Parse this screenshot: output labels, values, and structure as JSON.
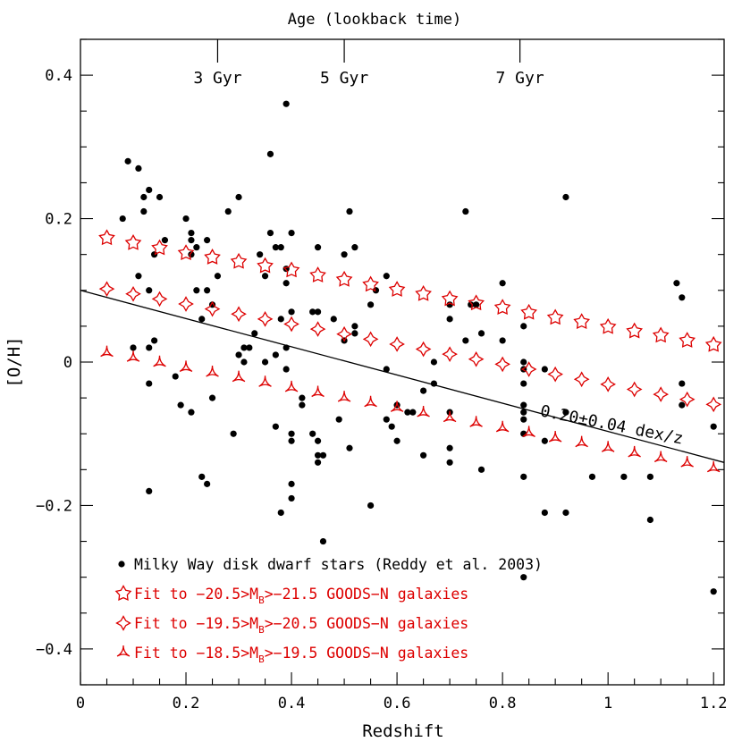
{
  "chart_data": {
    "type": "scatter",
    "xlabel": "Redshift",
    "ylabel": "[O/H]",
    "xlim": [
      0,
      1.22
    ],
    "ylim": [
      -0.45,
      0.45
    ],
    "xticks": {
      "major": [
        0,
        0.2,
        0.4,
        0.6,
        0.8,
        1,
        1.2
      ],
      "labels": [
        "0",
        "0.2",
        "0.4",
        "0.6",
        "0.8",
        "1",
        "1.2"
      ],
      "minor_step": 0.05
    },
    "yticks": {
      "major": [
        -0.4,
        -0.2,
        0,
        0.2,
        0.4
      ],
      "labels": [
        "−0.4",
        "−0.2",
        "0",
        "0.2",
        "0.4"
      ],
      "minor_step": 0.05
    },
    "top_axis": {
      "title": "Age (lookback time)",
      "ticks": [
        {
          "x": 0.26,
          "label": "3 Gyr"
        },
        {
          "x": 0.5,
          "label": "5 Gyr"
        },
        {
          "x": 0.833,
          "label": "7 Gyr"
        }
      ]
    },
    "fit_line": {
      "x": [
        0,
        1.22
      ],
      "y": [
        0.1,
        -0.14
      ],
      "label": "0.20±0.04 dex/z",
      "label_at": [
        0.87,
        -0.075
      ]
    },
    "series": [
      {
        "name": "Milky Way disk dwarf stars  (Reddy et al. 2003)",
        "marker": "dot",
        "color": "#000000",
        "points": [
          [
            0.08,
            0.2
          ],
          [
            0.09,
            0.28
          ],
          [
            0.1,
            0.02
          ],
          [
            0.11,
            0.27
          ],
          [
            0.12,
            0.21
          ],
          [
            0.12,
            0.23
          ],
          [
            0.13,
            0.24
          ],
          [
            0.13,
            0.1
          ],
          [
            0.13,
            0.02
          ],
          [
            0.14,
            0.15
          ],
          [
            0.14,
            0.03
          ],
          [
            0.15,
            0.23
          ],
          [
            0.16,
            0.17
          ],
          [
            0.11,
            0.12
          ],
          [
            0.13,
            -0.03
          ],
          [
            0.13,
            -0.18
          ],
          [
            0.18,
            -0.02
          ],
          [
            0.19,
            -0.06
          ],
          [
            0.2,
            0.2
          ],
          [
            0.21,
            0.18
          ],
          [
            0.21,
            0.17
          ],
          [
            0.21,
            0.15
          ],
          [
            0.21,
            -0.07
          ],
          [
            0.22,
            0.1
          ],
          [
            0.22,
            0.16
          ],
          [
            0.23,
            0.06
          ],
          [
            0.24,
            0.1
          ],
          [
            0.24,
            0.17
          ],
          [
            0.23,
            -0.16
          ],
          [
            0.24,
            -0.17
          ],
          [
            0.25,
            0.08
          ],
          [
            0.25,
            -0.05
          ],
          [
            0.26,
            0.12
          ],
          [
            0.28,
            0.21
          ],
          [
            0.29,
            -0.1
          ],
          [
            0.3,
            0.23
          ],
          [
            0.3,
            0.01
          ],
          [
            0.31,
            0.0
          ],
          [
            0.31,
            0.02
          ],
          [
            0.32,
            0.02
          ],
          [
            0.33,
            0.04
          ],
          [
            0.34,
            0.15
          ],
          [
            0.35,
            0.12
          ],
          [
            0.35,
            0.0
          ],
          [
            0.36,
            0.18
          ],
          [
            0.36,
            0.29
          ],
          [
            0.37,
            0.16
          ],
          [
            0.37,
            0.01
          ],
          [
            0.37,
            -0.09
          ],
          [
            0.38,
            0.16
          ],
          [
            0.38,
            0.06
          ],
          [
            0.38,
            -0.21
          ],
          [
            0.39,
            0.36
          ],
          [
            0.39,
            0.11
          ],
          [
            0.39,
            0.13
          ],
          [
            0.39,
            -0.01
          ],
          [
            0.39,
            0.02
          ],
          [
            0.4,
            0.18
          ],
          [
            0.4,
            0.07
          ],
          [
            0.4,
            -0.1
          ],
          [
            0.4,
            -0.11
          ],
          [
            0.4,
            -0.17
          ],
          [
            0.4,
            -0.19
          ],
          [
            0.42,
            -0.05
          ],
          [
            0.42,
            -0.06
          ],
          [
            0.44,
            0.07
          ],
          [
            0.44,
            -0.1
          ],
          [
            0.45,
            0.07
          ],
          [
            0.45,
            0.16
          ],
          [
            0.45,
            -0.11
          ],
          [
            0.45,
            -0.13
          ],
          [
            0.45,
            -0.14
          ],
          [
            0.46,
            -0.25
          ],
          [
            0.46,
            -0.13
          ],
          [
            0.48,
            0.06
          ],
          [
            0.49,
            -0.08
          ],
          [
            0.5,
            0.15
          ],
          [
            0.5,
            0.03
          ],
          [
            0.51,
            0.21
          ],
          [
            0.51,
            -0.12
          ],
          [
            0.52,
            0.16
          ],
          [
            0.52,
            0.05
          ],
          [
            0.52,
            0.04
          ],
          [
            0.55,
            0.08
          ],
          [
            0.55,
            -0.2
          ],
          [
            0.56,
            0.1
          ],
          [
            0.58,
            0.12
          ],
          [
            0.58,
            -0.01
          ],
          [
            0.58,
            -0.08
          ],
          [
            0.59,
            -0.09
          ],
          [
            0.6,
            -0.06
          ],
          [
            0.6,
            -0.11
          ],
          [
            0.62,
            -0.07
          ],
          [
            0.63,
            -0.07
          ],
          [
            0.65,
            -0.04
          ],
          [
            0.65,
            -0.13
          ],
          [
            0.67,
            0.0
          ],
          [
            0.67,
            -0.03
          ],
          [
            0.7,
            0.08
          ],
          [
            0.7,
            0.06
          ],
          [
            0.7,
            -0.07
          ],
          [
            0.7,
            -0.12
          ],
          [
            0.7,
            -0.14
          ],
          [
            0.73,
            0.21
          ],
          [
            0.73,
            0.03
          ],
          [
            0.74,
            0.08
          ],
          [
            0.75,
            0.08
          ],
          [
            0.76,
            0.04
          ],
          [
            0.76,
            -0.15
          ],
          [
            0.8,
            0.11
          ],
          [
            0.8,
            0.03
          ],
          [
            0.84,
            0.05
          ],
          [
            0.84,
            0.0
          ],
          [
            0.84,
            -0.01
          ],
          [
            0.84,
            -0.03
          ],
          [
            0.84,
            -0.06
          ],
          [
            0.84,
            -0.07
          ],
          [
            0.84,
            -0.08
          ],
          [
            0.84,
            -0.1
          ],
          [
            0.84,
            -0.16
          ],
          [
            0.84,
            -0.3
          ],
          [
            0.88,
            -0.01
          ],
          [
            0.88,
            -0.11
          ],
          [
            0.88,
            -0.21
          ],
          [
            0.92,
            0.23
          ],
          [
            0.92,
            -0.07
          ],
          [
            0.92,
            -0.21
          ],
          [
            0.97,
            -0.16
          ],
          [
            1.03,
            -0.16
          ],
          [
            1.08,
            -0.16
          ],
          [
            1.08,
            -0.22
          ],
          [
            1.13,
            0.11
          ],
          [
            1.14,
            0.09
          ],
          [
            1.14,
            -0.03
          ],
          [
            1.14,
            -0.06
          ],
          [
            1.2,
            -0.09
          ],
          [
            1.2,
            -0.32
          ]
        ]
      },
      {
        "name": "Fit to −20.5>M_B>−21.5 GOODS−N galaxies",
        "marker": "star5",
        "color": "#dd0000",
        "x": [
          0.05,
          0.1,
          0.15,
          0.2,
          0.25,
          0.3,
          0.35,
          0.4,
          0.45,
          0.5,
          0.55,
          0.6,
          0.65,
          0.7,
          0.75,
          0.8,
          0.85,
          0.9,
          0.95,
          1.0,
          1.05,
          1.1,
          1.15,
          1.2
        ],
        "values": [
          0.173,
          0.166,
          0.159,
          0.152,
          0.146,
          0.14,
          0.134,
          0.128,
          0.121,
          0.115,
          0.108,
          0.101,
          0.095,
          0.088,
          0.082,
          0.076,
          0.069,
          0.062,
          0.056,
          0.049,
          0.043,
          0.037,
          0.03,
          0.024
        ]
      },
      {
        "name": "Fit to −19.5>M_B>−20.5 GOODS−N galaxies",
        "marker": "star4",
        "color": "#dd0000",
        "x": [
          0.05,
          0.1,
          0.15,
          0.2,
          0.25,
          0.3,
          0.35,
          0.4,
          0.45,
          0.5,
          0.55,
          0.6,
          0.65,
          0.7,
          0.75,
          0.8,
          0.85,
          0.9,
          0.95,
          1.0,
          1.05,
          1.1,
          1.15,
          1.2
        ],
        "values": [
          0.102,
          0.095,
          0.088,
          0.081,
          0.074,
          0.067,
          0.06,
          0.053,
          0.046,
          0.039,
          0.032,
          0.025,
          0.018,
          0.011,
          0.004,
          -0.003,
          -0.01,
          -0.017,
          -0.024,
          -0.031,
          -0.038,
          -0.045,
          -0.052,
          -0.059
        ]
      },
      {
        "name": "Fit to −18.5>M_B>−19.5 GOODS−N galaxies",
        "marker": "tri",
        "color": "#dd0000",
        "x": [
          0.05,
          0.1,
          0.15,
          0.2,
          0.25,
          0.3,
          0.35,
          0.4,
          0.45,
          0.5,
          0.55,
          0.6,
          0.65,
          0.7,
          0.75,
          0.8,
          0.85,
          0.9,
          0.95,
          1.0,
          1.05,
          1.1,
          1.15,
          1.2
        ],
        "values": [
          0.013,
          0.006,
          -0.001,
          -0.008,
          -0.015,
          -0.022,
          -0.029,
          -0.036,
          -0.043,
          -0.05,
          -0.057,
          -0.064,
          -0.071,
          -0.078,
          -0.085,
          -0.092,
          -0.099,
          -0.106,
          -0.113,
          -0.12,
          -0.127,
          -0.134,
          -0.141,
          -0.148
        ]
      }
    ],
    "legend": {
      "placement": "bottom-left",
      "entries": [
        {
          "marker": "dot",
          "color": "#000000",
          "pre": "Milky Way disk dwarf stars  (Reddy et al. 2003)",
          "sub": "",
          "post": ""
        },
        {
          "marker": "star5",
          "color": "#dd0000",
          "pre": "Fit to −20.5>M",
          "sub": "B",
          "post": ">−21.5 GOODS−N galaxies"
        },
        {
          "marker": "star4",
          "color": "#dd0000",
          "pre": "Fit to −19.5>M",
          "sub": "B",
          "post": ">−20.5 GOODS−N galaxies"
        },
        {
          "marker": "tri",
          "color": "#dd0000",
          "pre": "Fit to −18.5>M",
          "sub": "B",
          "post": ">−19.5 GOODS−N galaxies"
        }
      ]
    }
  }
}
